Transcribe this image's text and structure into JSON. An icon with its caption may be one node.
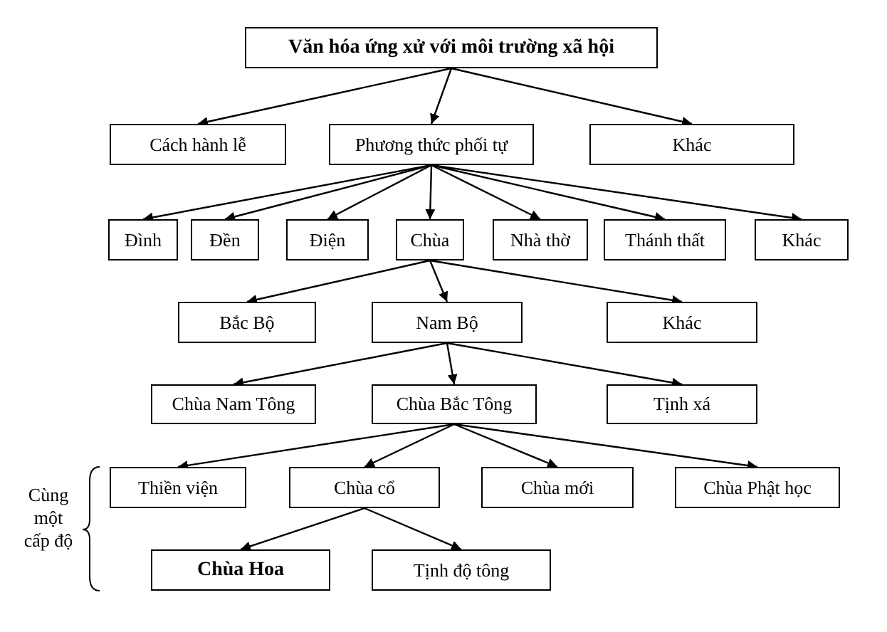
{
  "diagram": {
    "nodes": [
      {
        "text": [
          "Văn hóa ứng xử với môi trường xã hội"
        ]
      },
      {
        "text": [
          "Cách hành lễ"
        ]
      },
      {
        "text": [
          "Phương thức phối tự"
        ]
      },
      {
        "text": [
          "Khác"
        ]
      },
      {
        "text": [
          "Đình"
        ]
      },
      {
        "text": [
          "Đền"
        ]
      },
      {
        "text": [
          "Điện"
        ]
      },
      {
        "text": [
          "Chùa"
        ]
      },
      {
        "text": [
          "Nhà thờ"
        ]
      },
      {
        "text": [
          "Thánh thất"
        ]
      },
      {
        "text": [
          "Khác"
        ]
      },
      {
        "text": [
          "Bắc Bộ"
        ]
      },
      {
        "text": [
          "Nam Bộ"
        ]
      },
      {
        "text": [
          "Khác"
        ]
      },
      {
        "text": [
          "Chùa Nam Tông"
        ]
      },
      {
        "text": [
          "Chùa Bắc Tông"
        ]
      },
      {
        "text": [
          "Tịnh xá"
        ]
      },
      {
        "text": [
          "Thiền viện"
        ]
      },
      {
        "text": [
          "Chùa cổ"
        ]
      },
      {
        "text": [
          "Chùa mới"
        ]
      },
      {
        "text": [
          "Chùa Phật học"
        ]
      },
      {
        "text": [
          "Chùa Hoa"
        ]
      },
      {
        "text": [
          "Tịnh độ tông"
        ]
      }
    ],
    "edges": [
      {
        "from": 0,
        "to": 1,
        "arrow": "to"
      },
      {
        "from": 0,
        "to": 2,
        "arrow": "to"
      },
      {
        "from": 0,
        "to": 3,
        "arrow": "to"
      },
      {
        "from": 2,
        "to": 4,
        "arrow": "to"
      },
      {
        "from": 2,
        "to": 5,
        "arrow": "to"
      },
      {
        "from": 2,
        "to": 6,
        "arrow": "to"
      },
      {
        "from": 2,
        "to": 7,
        "arrow": "to"
      },
      {
        "from": 2,
        "to": 8,
        "arrow": "to"
      },
      {
        "from": 2,
        "to": 9,
        "arrow": "to"
      },
      {
        "from": 2,
        "to": 10,
        "arrow": "to"
      },
      {
        "from": 7,
        "to": 11,
        "arrow": "to"
      },
      {
        "from": 7,
        "to": 12,
        "arrow": "to"
      },
      {
        "from": 7,
        "to": 13,
        "arrow": "to"
      },
      {
        "from": 12,
        "to": 14,
        "arrow": "to"
      },
      {
        "from": 12,
        "to": 15,
        "arrow": "to"
      },
      {
        "from": 12,
        "to": 16,
        "arrow": "to"
      },
      {
        "from": 15,
        "to": 17,
        "arrow": "to"
      },
      {
        "from": 15,
        "to": 18,
        "arrow": "to"
      },
      {
        "from": 15,
        "to": 19,
        "arrow": "to"
      },
      {
        "from": 15,
        "to": 20,
        "arrow": "to"
      },
      {
        "from": 18,
        "to": 21,
        "arrow": "to"
      },
      {
        "from": 18,
        "to": 22,
        "arrow": "to"
      }
    ],
    "labels": [
      "Cùng một cấp độ"
    ]
  }
}
